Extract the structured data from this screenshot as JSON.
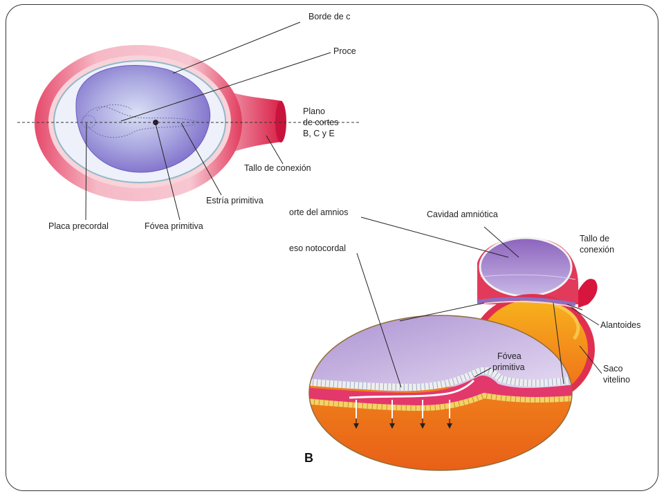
{
  "labels": {
    "borde": "Borde de c",
    "proce": "Proce",
    "plano_1": "Plano",
    "plano_2": "de cortes",
    "plano_3": "B, C y E",
    "tallo_a": "Tallo de conexión",
    "estria": "Estría primitiva",
    "placa": "Placa precordal",
    "fovea_a": "Fóvea primitiva",
    "corte_amnios": "orte del amnios",
    "cavidad": "Cavidad amniótica",
    "tallo_b_1": "Tallo de",
    "tallo_b_2": "conexión",
    "notocordal": "eso notocordal",
    "alantoides": "Alantoides",
    "fovea_b_1": "Fóvea",
    "fovea_b_2": "primitiva",
    "saco_1": "Saco",
    "saco_2": "vitelino",
    "panel_b": "B"
  }
}
